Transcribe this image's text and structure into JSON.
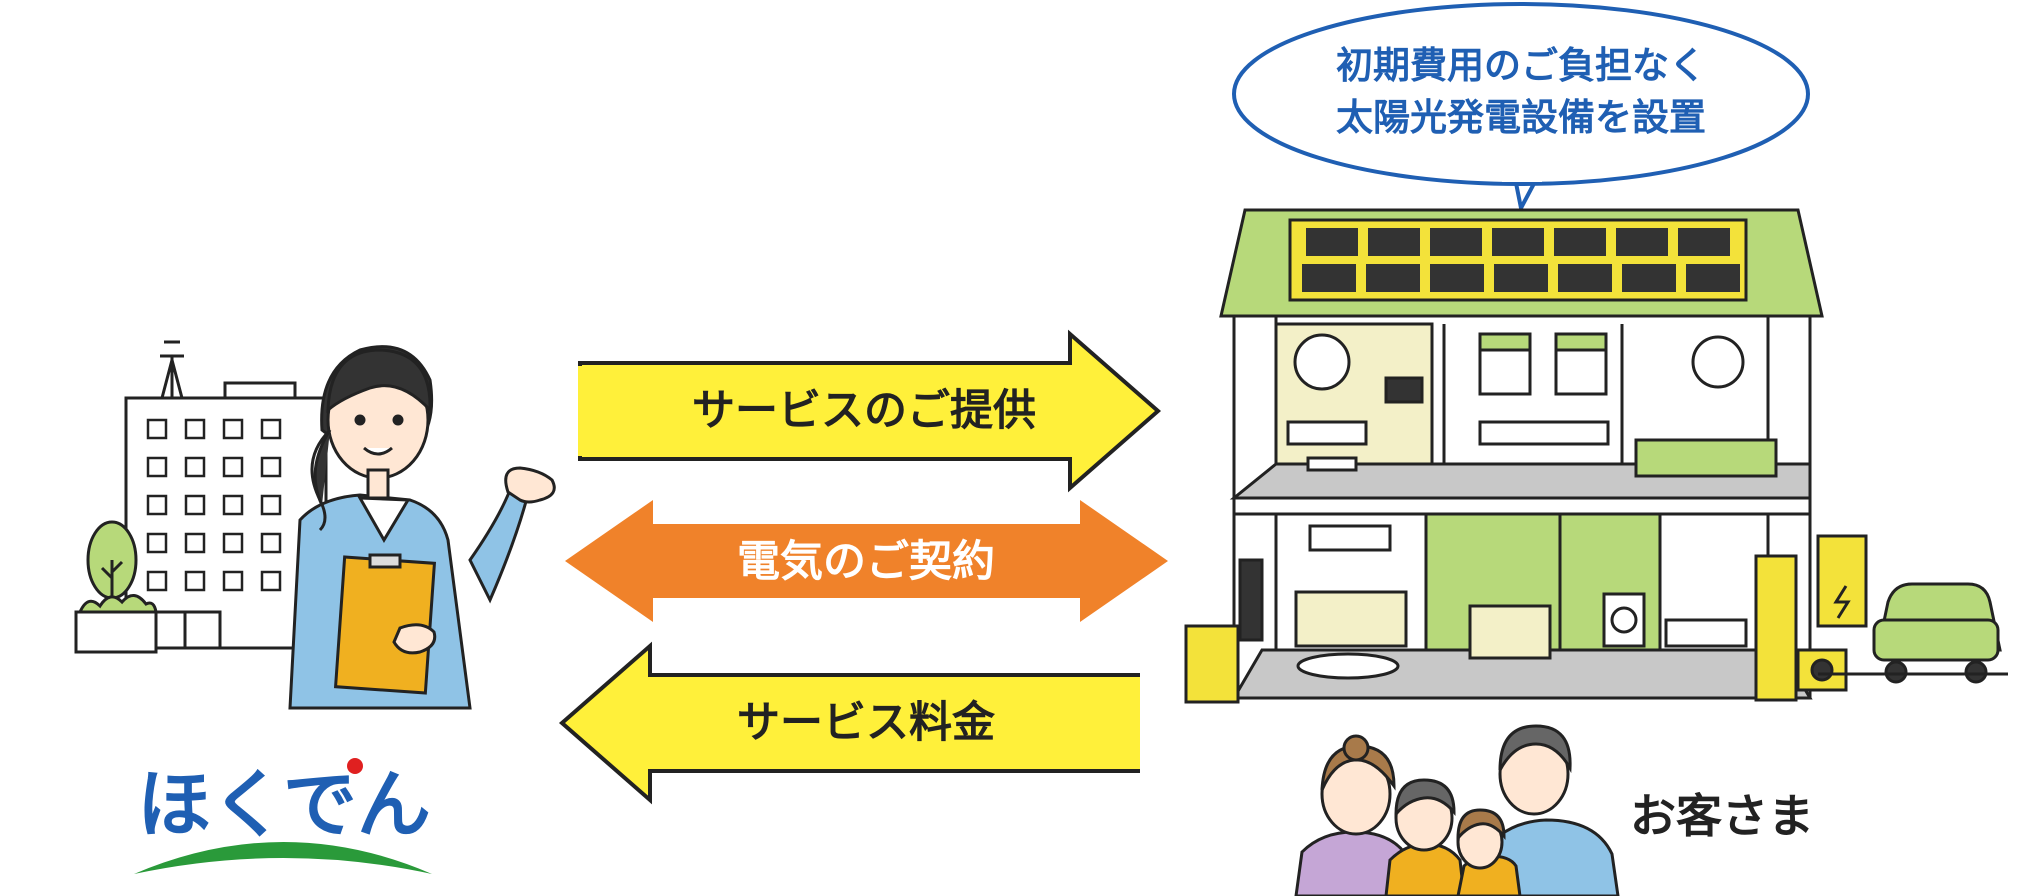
{
  "speech_bubble": {
    "line1": "初期費用のご負担なく",
    "line2": "太陽光発電設備を設置"
  },
  "arrows": [
    {
      "label": "サービスのご提供",
      "direction": "right",
      "color": "#fff03a"
    },
    {
      "label": "電気のご契約",
      "direction": "both",
      "color": "#f0822a"
    },
    {
      "label": "サービス料金",
      "direction": "left",
      "color": "#fff03a"
    }
  ],
  "logo": {
    "text": "ほくでん",
    "color": "#1f5fb3",
    "swoosh_color": "#2a9a3a",
    "dot_color": "#e02020"
  },
  "customer_label": "お客さま",
  "colors": {
    "bubble_text": "#1f5fb3",
    "roof": "#b7d97a",
    "panel": "#333333",
    "panel_frame": "#f3e23a",
    "accent_yellow": "#f3e23a"
  }
}
